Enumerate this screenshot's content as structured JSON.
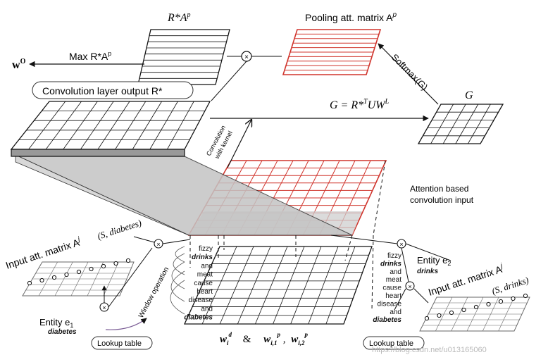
{
  "labels": {
    "rstar_ap": "R*A",
    "rstar_ap_sup": "p",
    "pooling": "Pooling att. matrix A",
    "pooling_sup": "p",
    "wo": "w",
    "wo_sup": "O",
    "max": "Max R*A",
    "max_sup": "p",
    "softmax": "Softmax(G)",
    "g": "G",
    "conv_output": "Convolution layer output R*",
    "g_eq": "G = R*",
    "g_eq_sup": "T",
    "g_eq_mid": "UW",
    "g_eq_sup2": "L",
    "conv_kernel_1": "Convolution",
    "conv_kernel_2": "with kernel",
    "attention_1": "Attention based",
    "attention_2": "convolution input",
    "input_att_left": "Input att. matrix A",
    "input_att_left_sup": "j",
    "s_diabetes": "(S, diabetes)",
    "input_att_right": "Input att. matrix A",
    "input_att_right_sup": "j",
    "s_drinks": "(S, drinks)",
    "window_op": "Window operation",
    "entity1": "Entity e",
    "entity1_sub": "1",
    "entity1_word": "diabetes",
    "entity2": "Entity e",
    "entity2_sub": "2",
    "entity2_word": "drinks",
    "lookup_left": "Lookup table",
    "lookup_right": "Lookup table",
    "bottom_eq_w": "w",
    "bottom_eq_amp": "&",
    "watermark": "https://blog.csdn.net/u013165060"
  },
  "sentence_left": [
    "fizzy",
    "drinks",
    "and",
    "meat",
    "cause",
    "heart",
    "disease",
    "and",
    "diabetes"
  ],
  "sentence_right": [
    "fizzy",
    "drinks",
    "and",
    "meat",
    "cause",
    "heart",
    "disease",
    "and",
    "diabetes"
  ],
  "colors": {
    "red": "#d0342c",
    "gray": "#c8c8c8",
    "dark": "#111111"
  }
}
